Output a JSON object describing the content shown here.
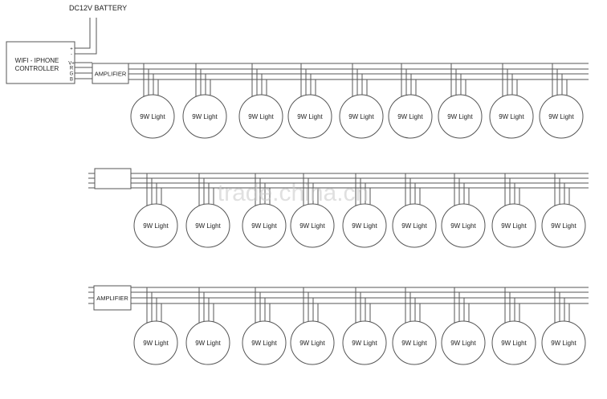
{
  "battery_label": "DC12V BATTERY",
  "controller": {
    "line1": "WIFI - IPHONE",
    "line2": "CONTROLLER",
    "pin_labels": [
      "+",
      "-",
      "V+",
      "R",
      "G",
      "B"
    ]
  },
  "amplifier_label": "AMPLIFIER",
  "light_label": "9W Light",
  "rows": [
    {
      "amplifier": "AMPLIFIER",
      "lights": 9
    },
    {
      "amplifier": "",
      "lights": 9
    },
    {
      "amplifier": "AMPLIFIER",
      "lights": 9
    }
  ],
  "watermark": "trade.china.cn",
  "colors": {
    "line": "#555555",
    "text": "#222222",
    "watermark": "#c8c8c8"
  }
}
